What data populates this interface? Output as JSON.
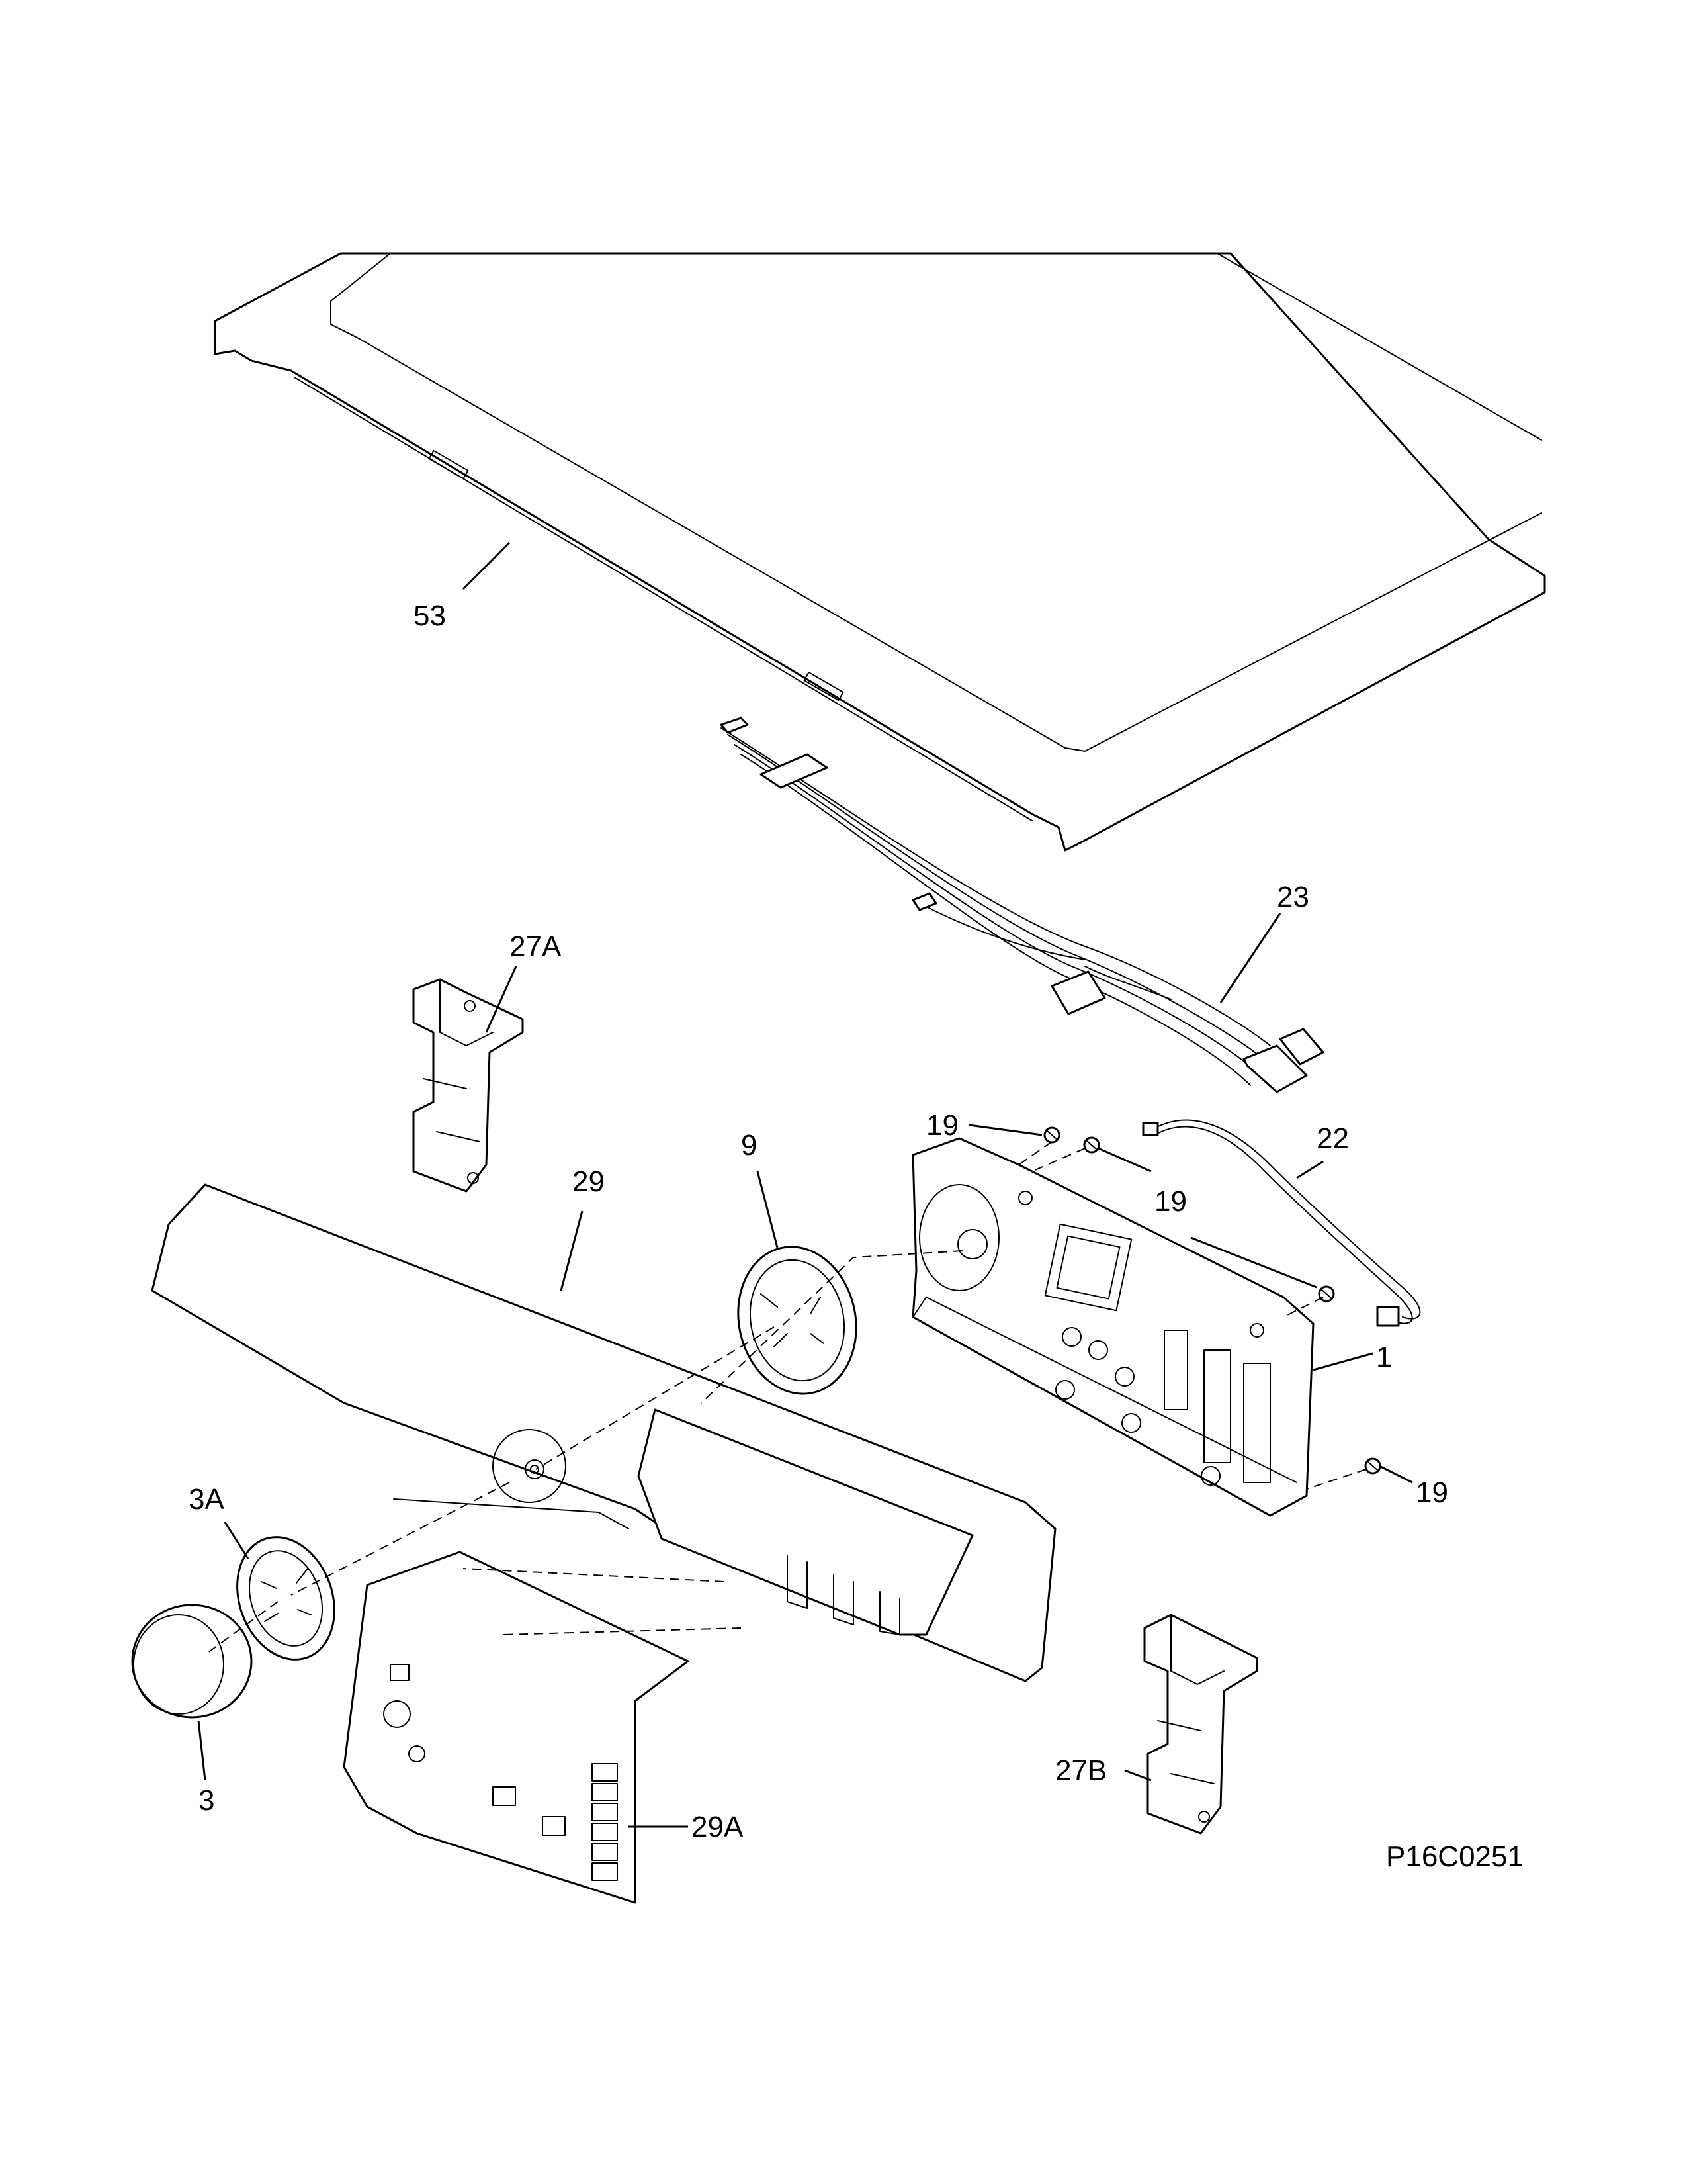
{
  "labels": {
    "l53": "53",
    "l23": "23",
    "l27A": "27A",
    "l29": "29",
    "l9": "9",
    "l19a": "19",
    "l22": "22",
    "l19b": "19",
    "l1": "1",
    "l19c": "19",
    "l3A": "3A",
    "l3": "3",
    "l29A": "29A",
    "l27B": "27B"
  },
  "diagram_code": "P16C0251"
}
